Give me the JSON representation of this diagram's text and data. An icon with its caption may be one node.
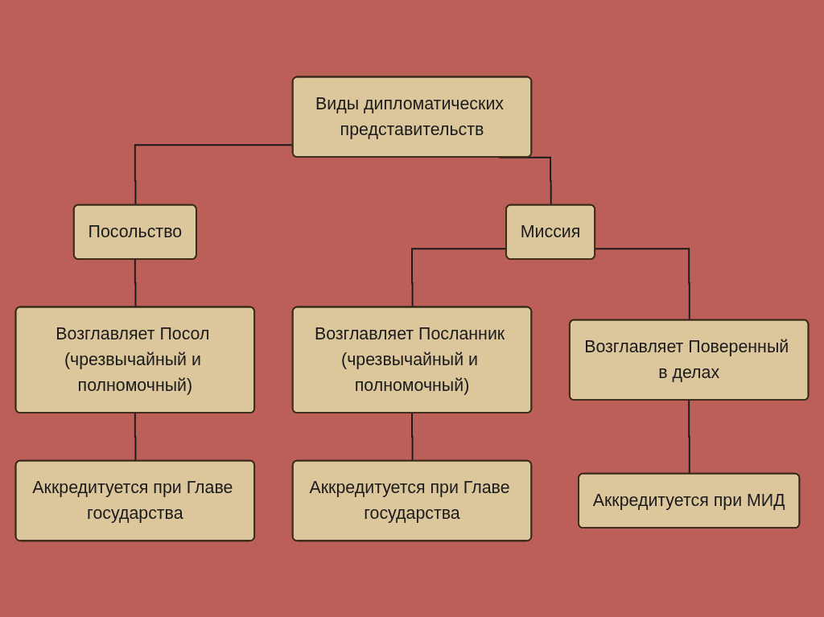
{
  "diagram": {
    "nodes": [
      {
        "text": [
          "Виды дипломатических представительств"
        ]
      },
      {
        "text": [
          "Посольство"
        ]
      },
      {
        "text": [
          "Миссия"
        ]
      },
      {
        "text": [
          "Возглавляет Посол (чрезвычайный и полномочный)"
        ]
      },
      {
        "text": [
          "Возглавляет Посланник (чрезвычайный и полномочный)"
        ]
      },
      {
        "text": [
          "Возглавляет Поверенный в делах"
        ]
      },
      {
        "text": [
          "Аккредитуется при Главе государства"
        ]
      },
      {
        "text": [
          "Аккредитуется при Главе государства"
        ]
      },
      {
        "text": [
          "Аккредитуется при МИД"
        ]
      }
    ],
    "edges": [
      {
        "from": 0,
        "to": 1,
        "arrow": "none"
      },
      {
        "from": 0,
        "to": 2,
        "arrow": "none"
      },
      {
        "from": 1,
        "to": 3,
        "arrow": "none"
      },
      {
        "from": 2,
        "to": 4,
        "arrow": "none"
      },
      {
        "from": 2,
        "to": 5,
        "arrow": "none"
      },
      {
        "from": 3,
        "to": 6,
        "arrow": "none"
      },
      {
        "from": 4,
        "to": 7,
        "arrow": "none"
      },
      {
        "from": 5,
        "to": 8,
        "arrow": "none"
      }
    ]
  }
}
